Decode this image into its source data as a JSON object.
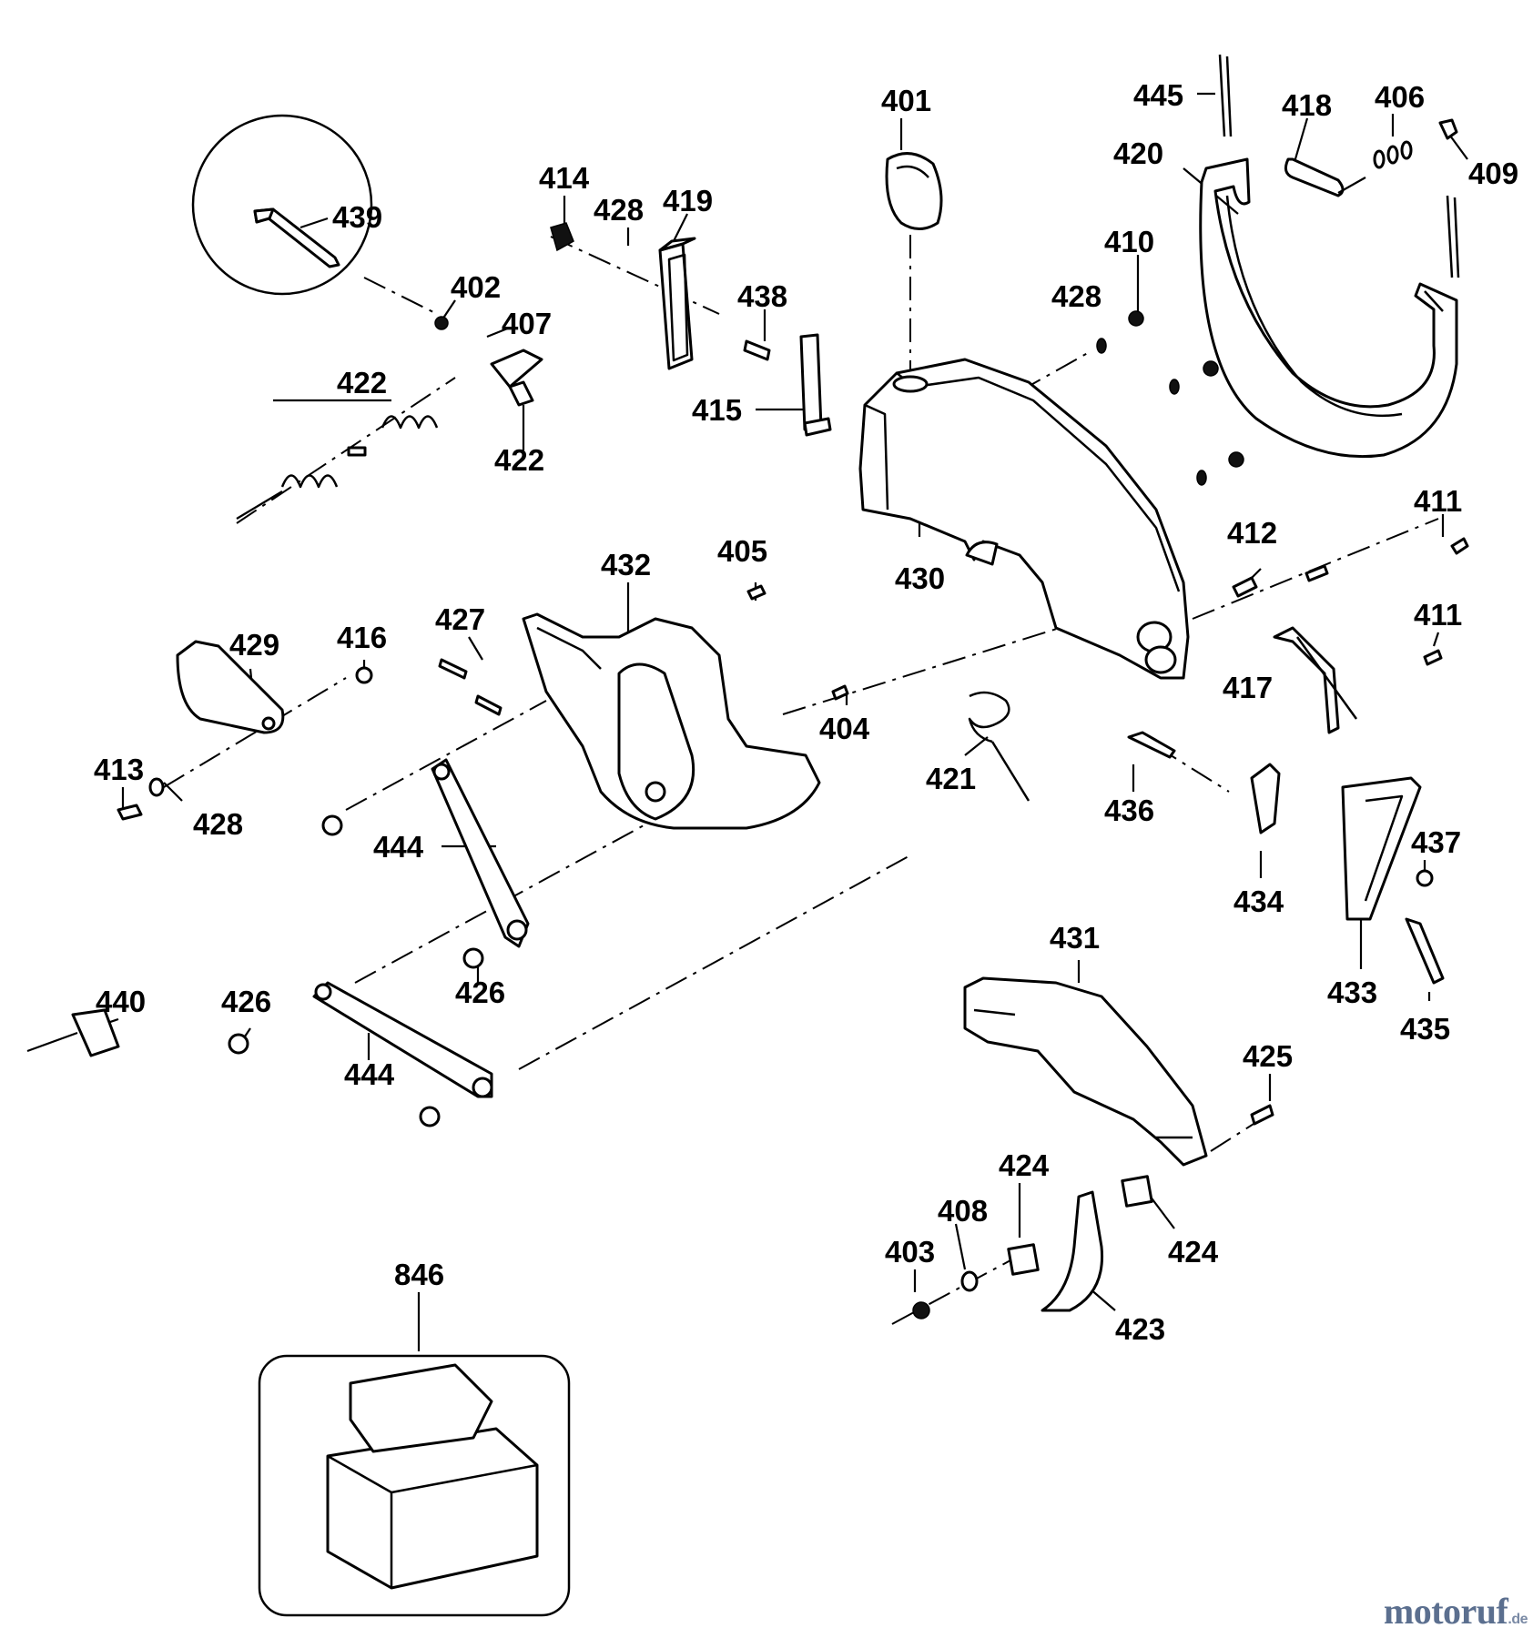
{
  "diagram": {
    "part_numbers": [
      "401",
      "445",
      "418",
      "406",
      "420",
      "409",
      "439",
      "414",
      "428",
      "419",
      "410",
      "402",
      "407",
      "438",
      "428",
      "422",
      "415",
      "422",
      "430",
      "411",
      "412",
      "405",
      "432",
      "427",
      "416",
      "429",
      "411",
      "417",
      "404",
      "413",
      "421",
      "436",
      "428",
      "437",
      "444",
      "434",
      "433",
      "431",
      "440",
      "426",
      "426",
      "435",
      "425",
      "444",
      "424",
      "408",
      "403",
      "424",
      "423",
      "846"
    ]
  },
  "watermark": {
    "main": "motoruf",
    "tld": ".de"
  }
}
